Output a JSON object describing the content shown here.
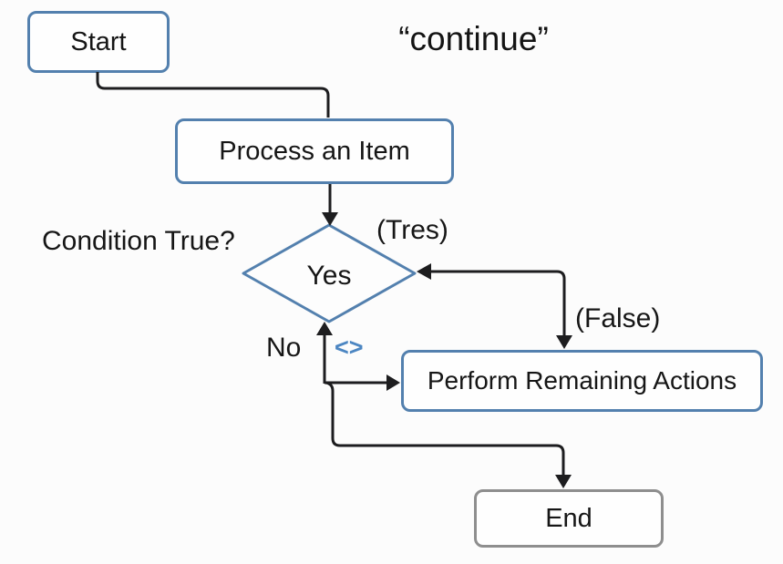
{
  "title": "“continue”",
  "nodes": {
    "start": {
      "label": "Start"
    },
    "process": {
      "label": "Process an Item"
    },
    "decision": {
      "label": "Yes"
    },
    "perform": {
      "label": "Perform Remaining Actions"
    },
    "end": {
      "label": "End"
    }
  },
  "labels": {
    "condition_question": "Condition True?",
    "true_branch": "(Tres)",
    "false_branch": "(False)",
    "no_branch": "No",
    "continue_symbol": "<>"
  },
  "colors": {
    "node_border": "#5380ae",
    "end_node_border": "#8e8e8e",
    "connector": "#1d1d1f",
    "symbol_blue": "#4c86c2",
    "text": "#161616",
    "background": "#fcfcfc"
  }
}
